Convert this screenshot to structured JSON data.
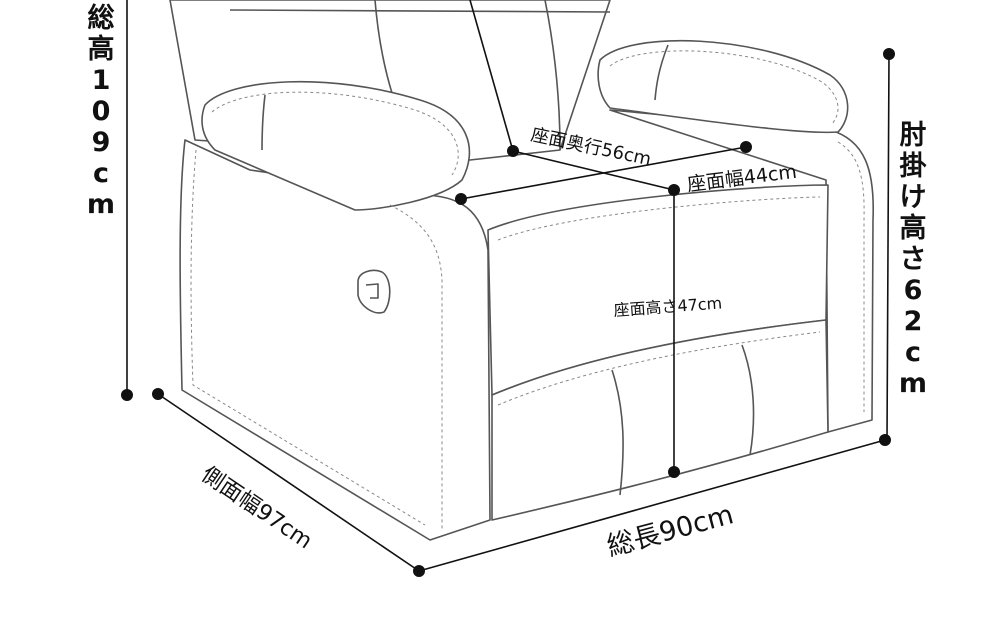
{
  "dimensions": {
    "total_height": "総高109cm",
    "armrest_height": "肘掛け高さ62cm",
    "seat_depth": "座面奥行56cm",
    "seat_width": "座面幅44cm",
    "seat_height": "座面高さ47cm",
    "side_width": "側面幅97cm",
    "total_length": "総長90cm"
  },
  "colors": {
    "line": "#111111",
    "outline": "#555555",
    "stitch": "#888888",
    "background": "#ffffff"
  }
}
